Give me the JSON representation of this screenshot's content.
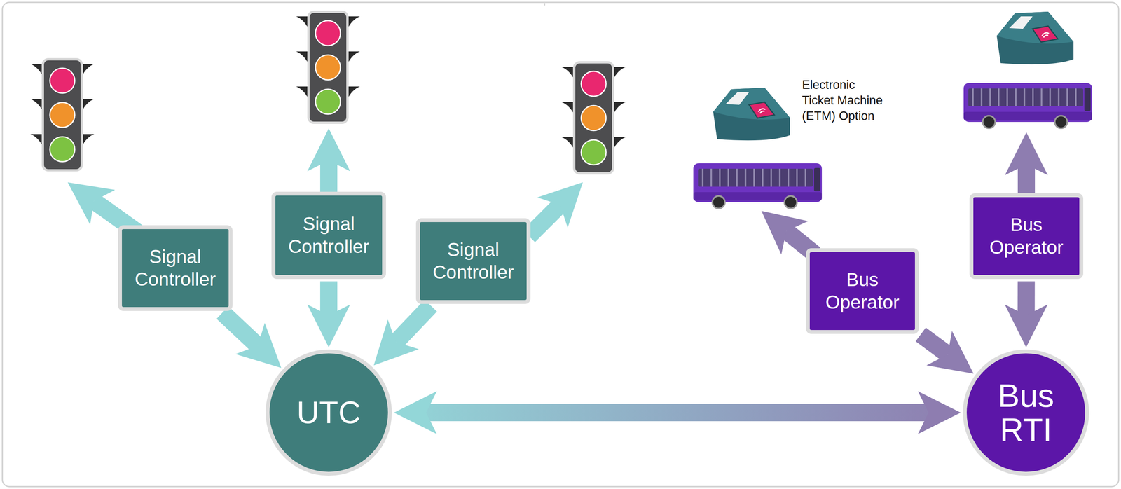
{
  "diagram": {
    "nodes": [
      {
        "text": [
          "Signal Controller"
        ]
      },
      {
        "text": [
          "Signal Controller"
        ]
      },
      {
        "text": [
          "Signal Controller"
        ]
      },
      {
        "text": [
          "UTC"
        ]
      },
      {
        "text": [
          "Bus Operator"
        ]
      },
      {
        "text": [
          "Bus Operator"
        ]
      },
      {
        "text": [
          "Bus RTI"
        ]
      }
    ],
    "edges": [
      {
        "from": 0,
        "to": 3,
        "arrow": "to"
      },
      {
        "from": 1,
        "to": 3,
        "arrow": "to"
      },
      {
        "from": 2,
        "to": 3,
        "arrow": "to"
      },
      {
        "from": 3,
        "to": 6,
        "arrow": "both"
      },
      {
        "from": 4,
        "to": 6,
        "arrow": "to"
      },
      {
        "from": 5,
        "to": 6,
        "arrow": "to"
      }
    ],
    "labels": [
      "Electronic Ticket Machine (ETM) Option"
    ]
  }
}
